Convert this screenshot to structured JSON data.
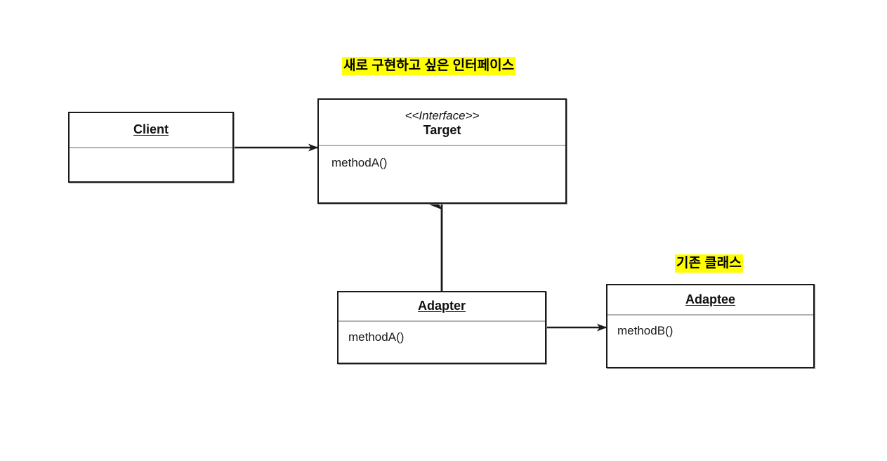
{
  "diagram": {
    "title": "Adapter Pattern UML Class Diagram",
    "background": "#ffffff",
    "line_color": "#1a1a1a",
    "divider_color": "#b3b3b3",
    "highlight_color": "#ffff00"
  },
  "annotations": [
    {
      "id": "note-target",
      "text": "새로 구현하고 싶은 인터페이스",
      "points_to": "Target"
    },
    {
      "id": "note-adaptee",
      "text": "기존 클래스",
      "points_to": "Adaptee"
    }
  ],
  "classes": {
    "client": {
      "name": "Client",
      "stereotype": "",
      "members": []
    },
    "target": {
      "name": "Target",
      "stereotype": "<<Interface>>",
      "members": [
        {
          "signature": "methodA()"
        }
      ]
    },
    "adapter": {
      "name": "Adapter",
      "stereotype": "",
      "members": [
        {
          "signature": "methodA()"
        }
      ]
    },
    "adaptee": {
      "name": "Adaptee",
      "stereotype": "",
      "members": [
        {
          "signature": "methodB()"
        }
      ]
    }
  },
  "relations": [
    {
      "id": "client-to-target",
      "from": "Client",
      "to": "Target",
      "type": "association",
      "arrowhead": "solid-filled",
      "direction": "right"
    },
    {
      "id": "adapter-to-target",
      "from": "Adapter",
      "to": "Target",
      "type": "realization",
      "arrowhead": "solid-filled",
      "direction": "up"
    },
    {
      "id": "adapter-to-adaptee",
      "from": "Adapter",
      "to": "Adaptee",
      "type": "association",
      "arrowhead": "solid-filled",
      "direction": "right"
    }
  ]
}
